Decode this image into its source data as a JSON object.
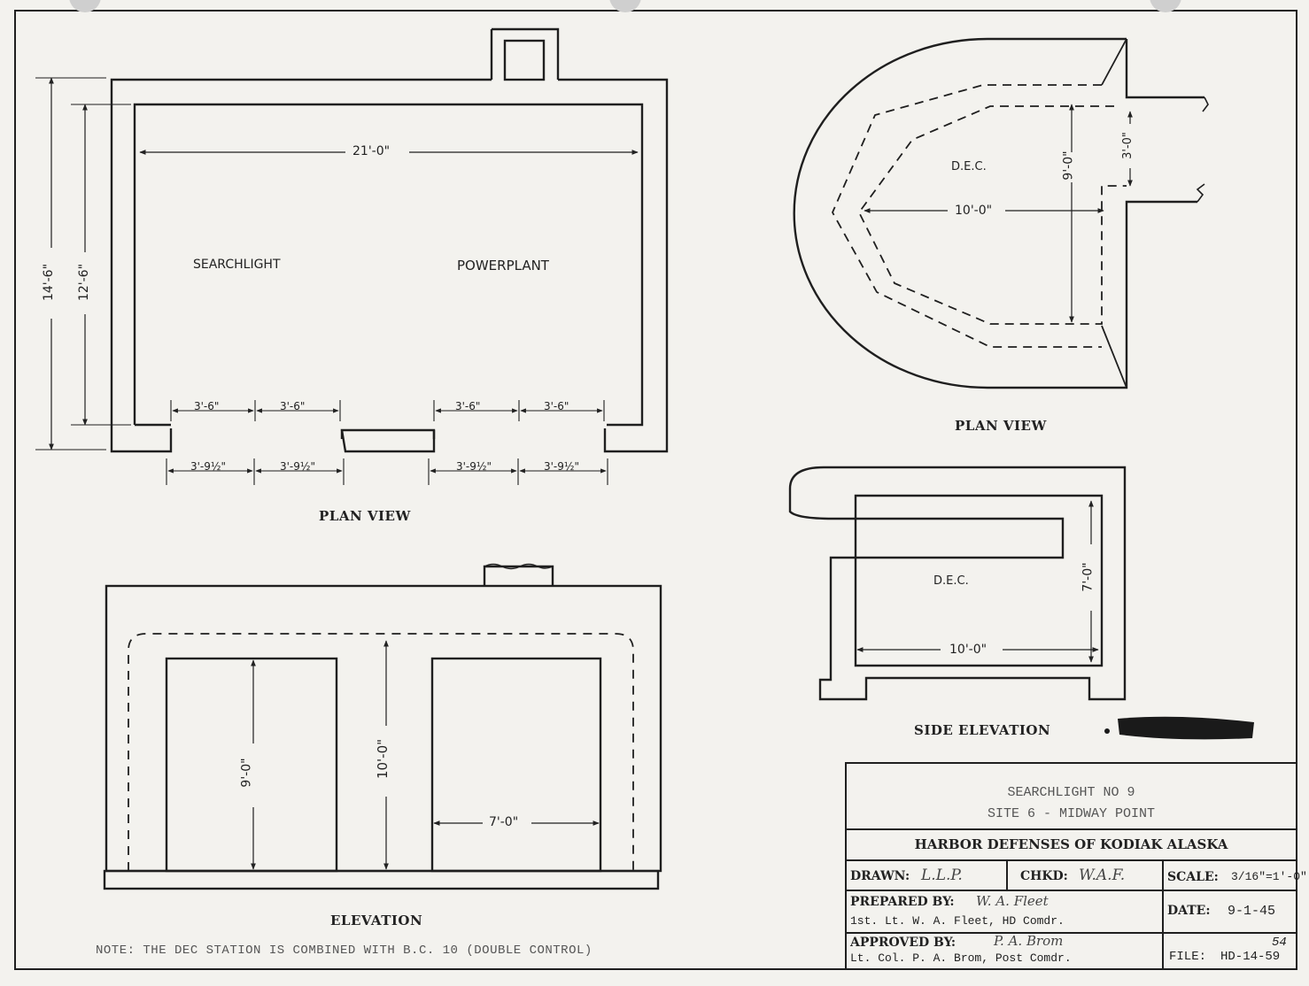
{
  "plan_left": {
    "title": "PLAN VIEW",
    "rooms": [
      "SEARCHLIGHT",
      "POWERPLANT"
    ],
    "dims": {
      "width": "21'-0\"",
      "outer_height": "14'-6\"",
      "inner_height": "12'-6\"",
      "door_inner": [
        "3'-6\"",
        "3'-6\"",
        "3'-6\"",
        "3'-6\""
      ],
      "door_outer": [
        "3'-9½\"",
        "3'-9½\"",
        "3'-9½\"",
        "3'-9½\""
      ]
    }
  },
  "plan_right": {
    "title": "PLAN VIEW",
    "label": "D.E.C.",
    "dims": {
      "length": "10'-0\"",
      "width": "9'-0\"",
      "entry": "3'-0\""
    }
  },
  "side_elevation": {
    "title": "SIDE ELEVATION",
    "label": "D.E.C.",
    "dims": {
      "height": "7'-0\"",
      "length": "10'-0\""
    }
  },
  "elevation": {
    "title": "ELEVATION",
    "dims": {
      "door_height": "9'-0\"",
      "total_height": "10'-0\"",
      "door_width": "7'-0\""
    }
  },
  "note": "NOTE: THE DEC STATION IS COMBINED WITH B.C. 10 (DOUBLE CONTROL)",
  "title_block": {
    "line1": "SEARCHLIGHT NO 9",
    "line2": "SITE 6 - MIDWAY POINT",
    "heading": "HARBOR DEFENSES OF KODIAK ALASKA",
    "drawn_label": "DRAWN:",
    "drawn_value": "L.L.P.",
    "checked_label": "CHKD:",
    "checked_value": "W.A.F.",
    "scale_label": "SCALE:",
    "scale_value": "3/16\"=1'-0\"",
    "prepared_label": "PREPARED BY:",
    "prepared_sig": "W. A. Fleet",
    "prepared_name": "1st. Lt. W. A. Fleet, HD Comdr.",
    "date_label": "DATE:",
    "date_value": "9-1-45",
    "approved_label": "APPROVED BY:",
    "approved_sig": "P. A. Brom",
    "approved_name": "Lt. Col. P. A. Brom, Post Comdr.",
    "file_label": "FILE:",
    "file_value": "HD-14-59",
    "sheet_no": "54"
  }
}
